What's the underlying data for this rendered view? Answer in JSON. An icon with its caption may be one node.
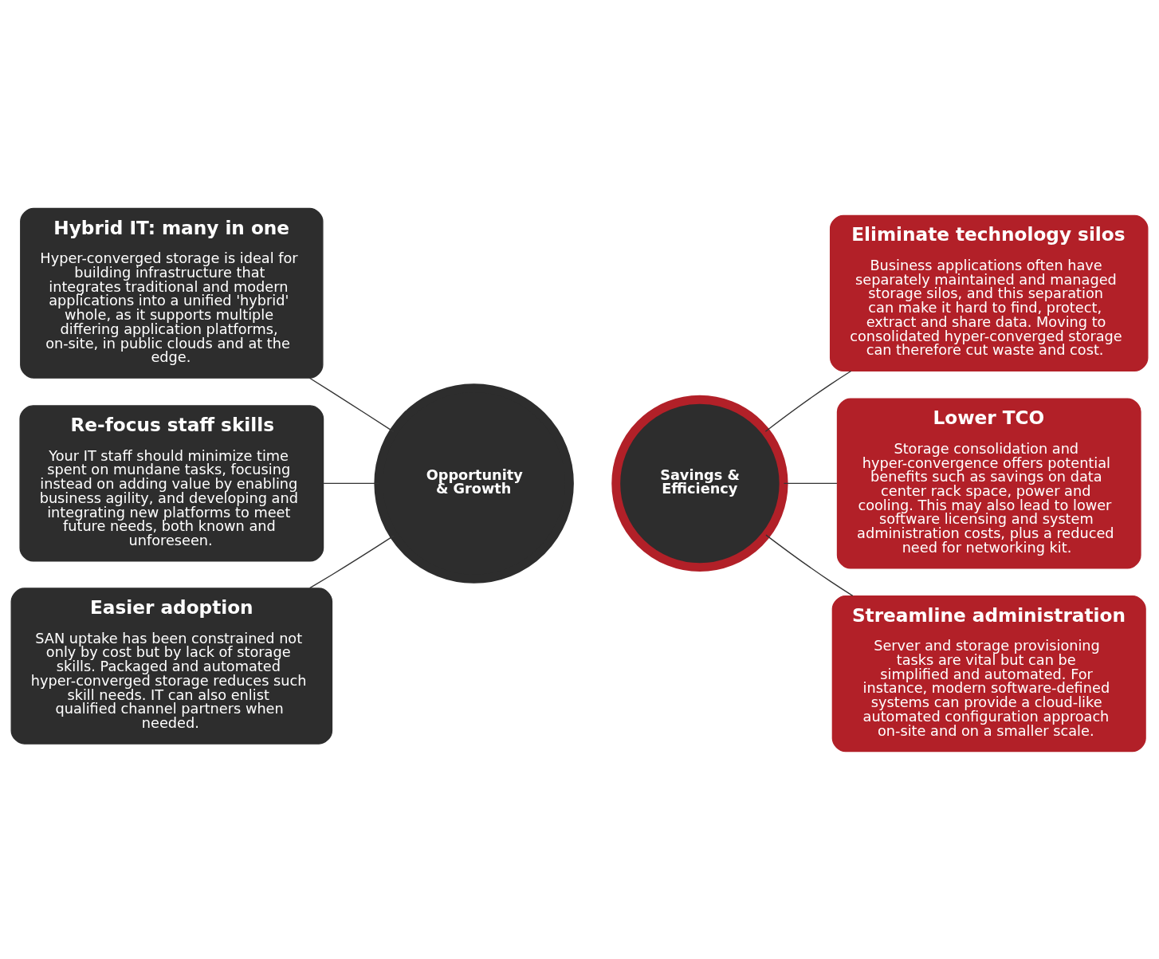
{
  "diagram": {
    "nodes": [
      {
        "text": [
          "Opportunity & Growth"
        ]
      },
      {
        "text": [
          "Savings & Efficiency"
        ]
      },
      {
        "text": [
          "Hybrid IT: many in one",
          "Hyper-converged storage is ideal for building infrastructure that integrates traditional and modern applications into a unified 'hybrid' whole, as it supports multiple differing application platforms, on-site, in public clouds and at the edge."
        ]
      },
      {
        "text": [
          "Eliminate technology silos",
          "Business applications often have separately maintained and managed storage silos, and this separation can make it hard to find, protect, extract and share data. Moving to consolidated hyper-converged storage can therefore cut waste and cost."
        ]
      },
      {
        "text": [
          "Re-focus staff skills",
          "Your IT staff should minimize time spent on mundane tasks, focusing instead on adding value by enabling business agility, and developing and integrating new platforms to meet future needs, both known and unforeseen."
        ]
      },
      {
        "text": [
          "Lower TCO",
          "Storage consolidation and hyper-convergence offers potential benefits such as savings on data center rack space, power and cooling. This may also lead to lower software licensing and system administration costs, plus a reduced need for networking kit."
        ]
      },
      {
        "text": [
          "Easier adoption",
          "SAN uptake has been constrained not only by cost but by lack of storage skills. Packaged and automated hyper-converged storage reduces such skill needs. IT can also enlist qualified channel partners when needed."
        ]
      },
      {
        "text": [
          "Streamline administration",
          "Server and storage provisioning tasks are vital but can be simplified and automated. For instance, modern software-defined systems can provide a cloud-like automated configuration approach on-site and on a smaller scale."
        ]
      }
    ],
    "edges": [
      {
        "from": 2,
        "to": 0,
        "arrow": "none"
      },
      {
        "from": 1,
        "to": 3,
        "arrow": "none"
      },
      {
        "from": 4,
        "to": 0,
        "arrow": "none"
      },
      {
        "from": 1,
        "to": 5,
        "arrow": "none"
      },
      {
        "from": 6,
        "to": 0,
        "arrow": "none"
      },
      {
        "from": 1,
        "to": 7,
        "arrow": "none"
      }
    ]
  }
}
